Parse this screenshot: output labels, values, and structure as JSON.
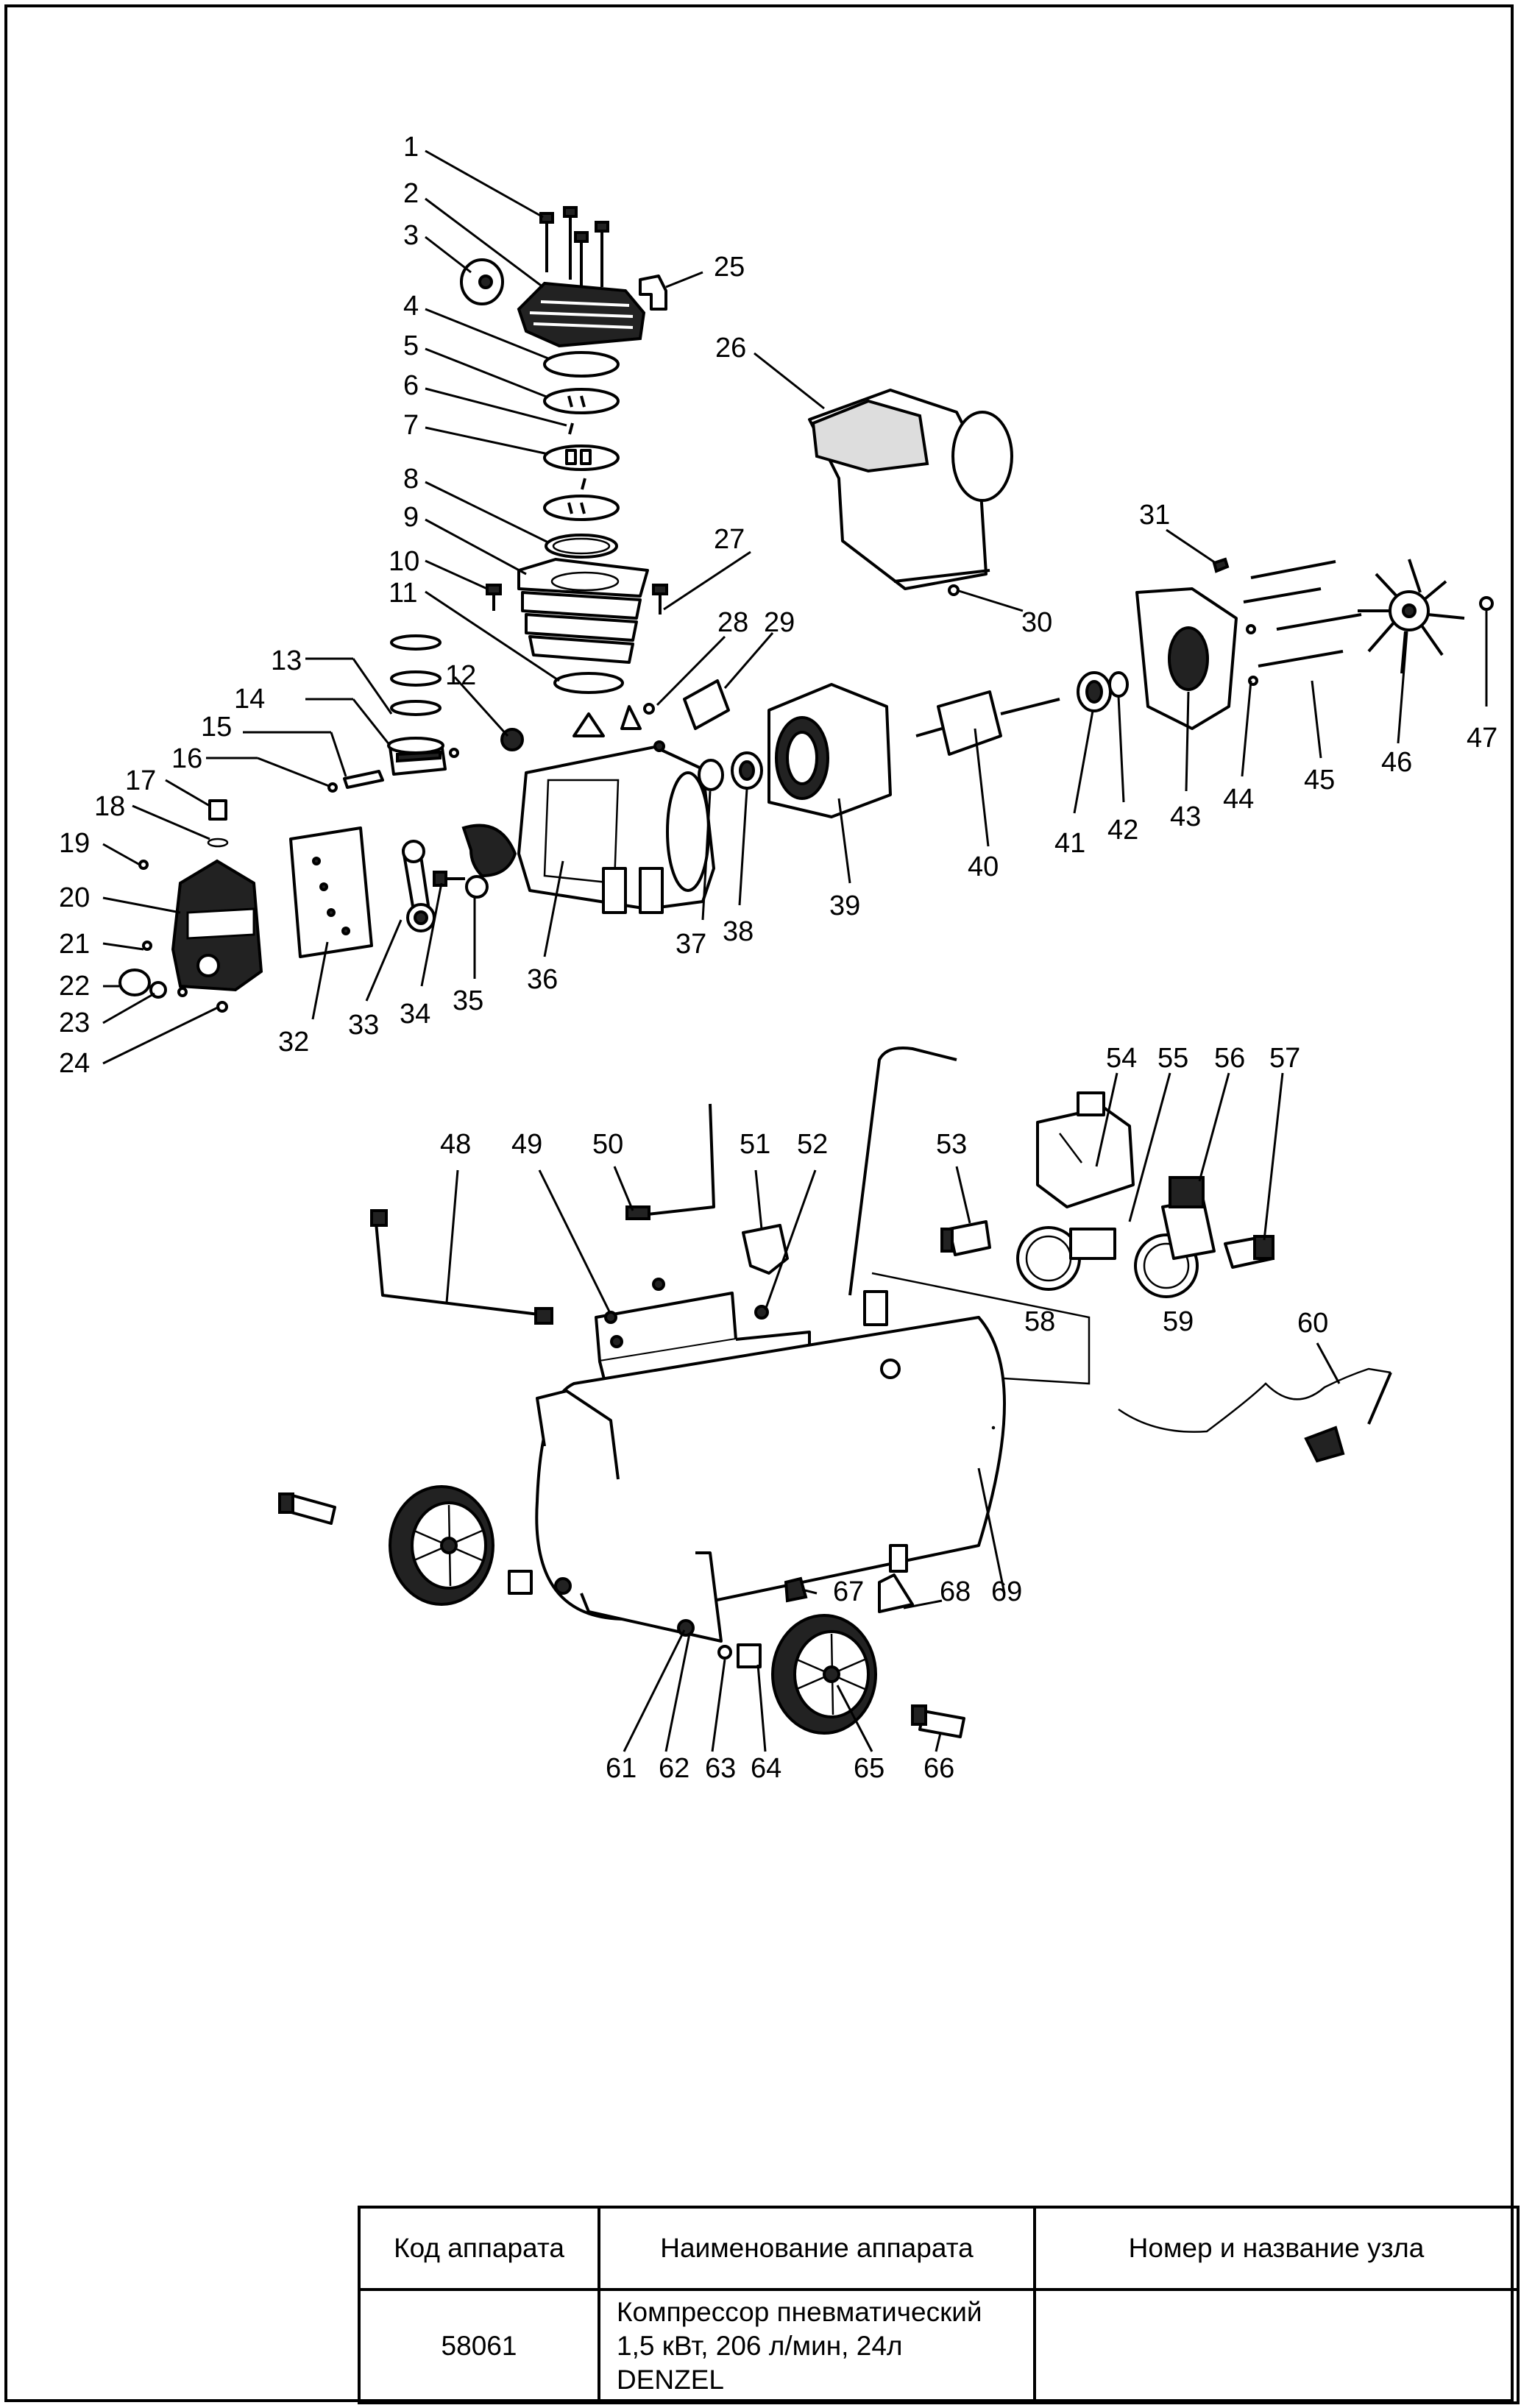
{
  "diagram": {
    "callouts": [
      "1",
      "2",
      "3",
      "4",
      "5",
      "6",
      "7",
      "8",
      "9",
      "10",
      "11",
      "12",
      "13",
      "14",
      "15",
      "16",
      "17",
      "18",
      "19",
      "20",
      "21",
      "22",
      "23",
      "24",
      "25",
      "26",
      "27",
      "28",
      "29",
      "30",
      "31",
      "32",
      "33",
      "34",
      "35",
      "36",
      "37",
      "38",
      "39",
      "40",
      "41",
      "42",
      "43",
      "44",
      "45",
      "46",
      "47",
      "48",
      "49",
      "50",
      "51",
      "52",
      "53",
      "54",
      "55",
      "56",
      "57",
      "58",
      "59",
      "60",
      "61",
      "62",
      "63",
      "64",
      "65",
      "66",
      "67",
      "68",
      "69"
    ]
  },
  "title_block": {
    "headers": {
      "code": "Код аппарата",
      "name": "Наименование аппарата",
      "unit": "Номер и название узла"
    },
    "code": "58061",
    "name_lines": [
      "Компрессор пневматический",
      "1,5 кВт, 206 л/мин, 24л",
      "DENZEL"
    ],
    "unit": ""
  }
}
